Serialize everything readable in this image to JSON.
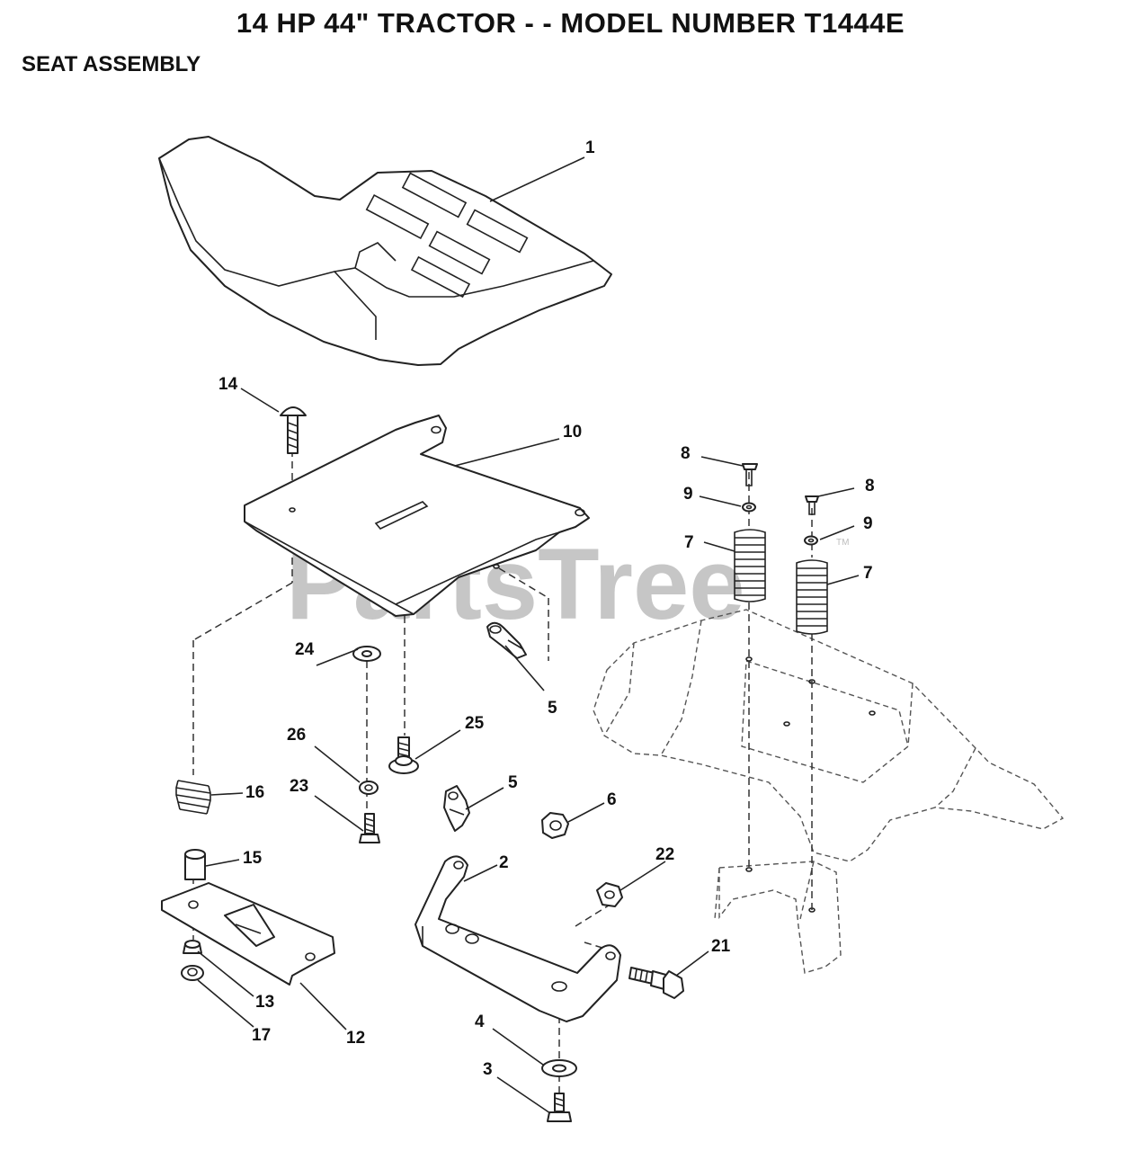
{
  "header": {
    "title": "14 HP 44\" TRACTOR - - MODEL NUMBER T1444E",
    "section": "SEAT ASSEMBLY"
  },
  "watermark": {
    "text": "PartsTree",
    "trademark": "TM"
  },
  "callouts": {
    "c1": "1",
    "c2": "2",
    "c3": "3",
    "c4": "4",
    "c5a": "5",
    "c5b": "5",
    "c6": "6",
    "c7a": "7",
    "c7b": "7",
    "c8a": "8",
    "c8b": "8",
    "c9a": "9",
    "c9b": "9",
    "c10": "10",
    "c12": "12",
    "c13": "13",
    "c14": "14",
    "c15": "15",
    "c16": "16",
    "c17": "17",
    "c21": "21",
    "c22": "22",
    "c23": "23",
    "c24": "24",
    "c25": "25",
    "c26": "26"
  }
}
